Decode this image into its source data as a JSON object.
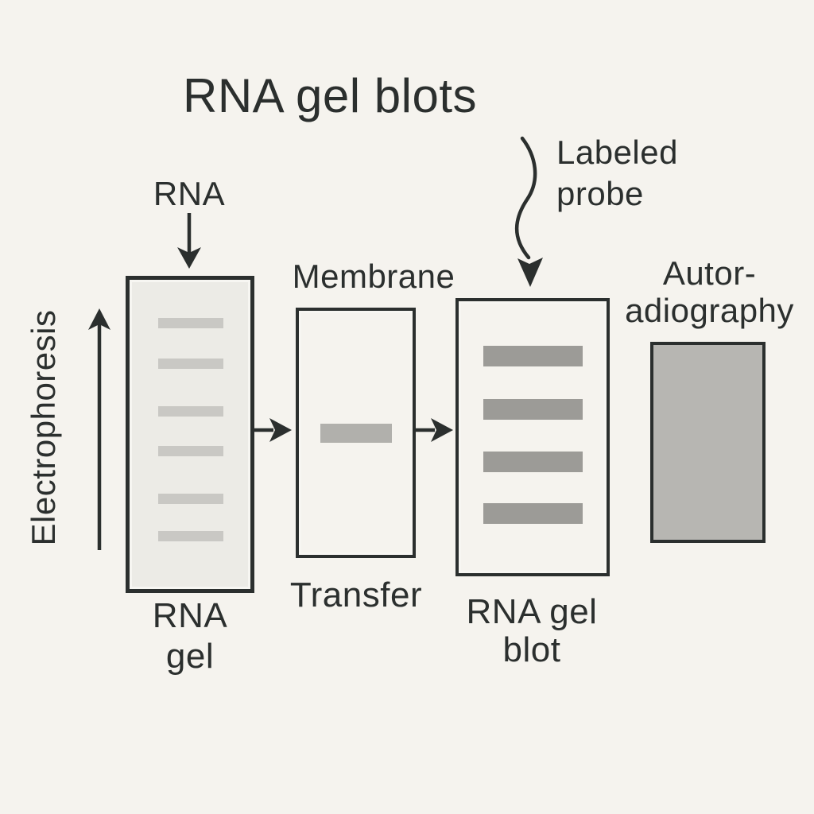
{
  "title": "RNA gel blots",
  "colors": {
    "background": "#f5f3ee",
    "ink": "#2b2f2e",
    "gel_fill": "#ecebe6",
    "gel_inner_edge": "#f7f6f2",
    "gel_band": "#c9c8c4",
    "panel_fill": "#f5f3ee",
    "membrane_band": "#b1b0ac",
    "blot_band": "#9c9b97",
    "film_fill": "#b7b6b2"
  },
  "labels": {
    "rna_input": "RNA",
    "electrophoresis": "Electrophoresis",
    "membrane": "Membrane",
    "transfer": "Transfer",
    "probe_line1": "Labeled",
    "probe_line2": "probe",
    "gel_caption_line1": "RNA",
    "gel_caption_line2": "gel",
    "blot_caption_line1": "RNA gel",
    "blot_caption_line2": "blot",
    "film_line1": "Autor-",
    "film_line2": "adiography"
  },
  "bands": {
    "gel": {
      "count": 6,
      "tops": [
        48,
        99,
        159,
        209,
        269,
        316
      ]
    },
    "membrane": {
      "count": 1,
      "tops": [
        142
      ]
    },
    "blot": {
      "count": 4,
      "tops": [
        56,
        123,
        189,
        254
      ]
    }
  },
  "icons": {
    "rna_down_arrow": "down-arrow",
    "electrophoresis_up_arrow": "up-arrow",
    "gel_to_membrane_arrow": "right-arrow",
    "membrane_to_blot_arrow": "right-arrow",
    "probe_wavy_arrow": "wavy-down-arrow"
  }
}
